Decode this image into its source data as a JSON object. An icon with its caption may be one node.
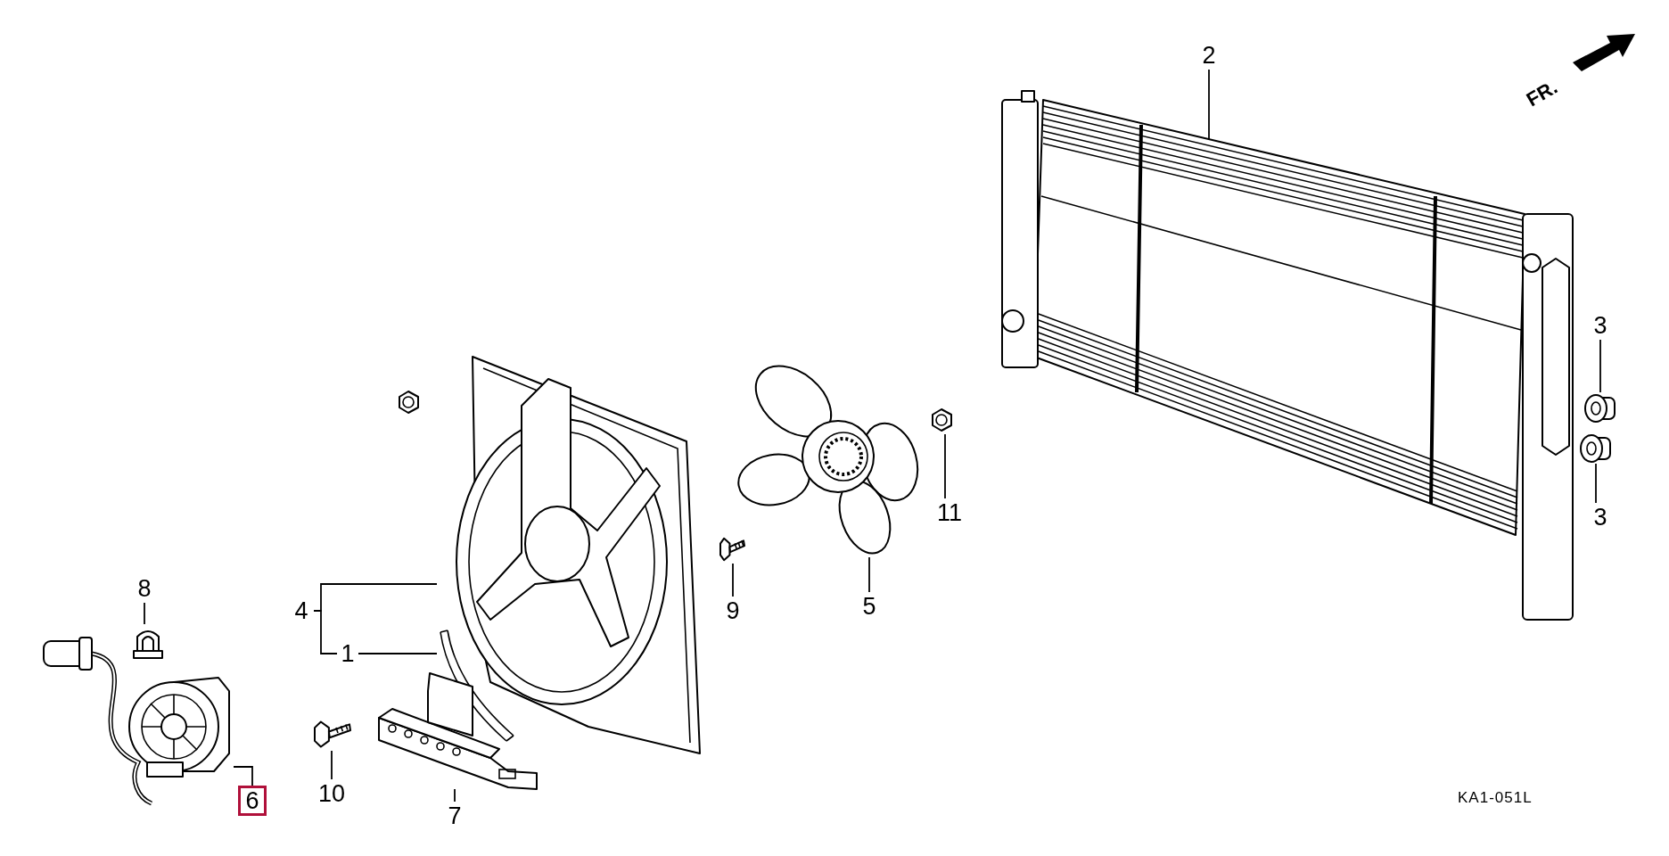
{
  "diagram": {
    "nodes": [
      {
        "text": [
          "4"
        ]
      },
      {
        "text": [
          "1"
        ]
      },
      {
        "text": [],
        "shape": "picture"
      },
      {
        "text": [],
        "shape": "picture"
      },
      {
        "text": [
          "5"
        ]
      },
      {
        "text": [],
        "shape": "picture"
      },
      {
        "text": [
          "11"
        ]
      },
      {
        "text": [],
        "shape": "picture"
      },
      {
        "text": [
          "9"
        ]
      },
      {
        "text": [],
        "shape": "picture"
      },
      {
        "text": [
          "2"
        ]
      },
      {
        "text": [],
        "shape": "picture"
      },
      {
        "text": [
          "3"
        ]
      },
      {
        "text": [],
        "shape": "picture"
      },
      {
        "text": [
          "3"
        ]
      },
      {
        "text": [],
        "shape": "picture"
      },
      {
        "text": [
          "8"
        ]
      },
      {
        "text": [],
        "shape": "picture"
      },
      {
        "text": [
          "6"
        ]
      },
      {
        "text": [],
        "shape": "picture"
      },
      {
        "text": [
          "10"
        ]
      },
      {
        "text": [],
        "shape": "picture"
      },
      {
        "text": [
          "7"
        ]
      },
      {
        "text": [],
        "shape": "picture"
      }
    ],
    "edges": [
      {
        "from": 0,
        "to": 2,
        "arrow": "none"
      },
      {
        "from": 0,
        "to": 1,
        "arrow": "none"
      },
      {
        "from": 1,
        "to": 3,
        "arrow": "none"
      },
      {
        "from": 4,
        "to": 5,
        "arrow": "none"
      },
      {
        "from": 6,
        "to": 7,
        "arrow": "none"
      },
      {
        "from": 8,
        "to": 9,
        "arrow": "none"
      },
      {
        "from": 10,
        "to": 11,
        "arrow": "none"
      },
      {
        "from": 12,
        "to": 13,
        "arrow": "none"
      },
      {
        "from": 14,
        "to": 15,
        "arrow": "none"
      },
      {
        "from": 16,
        "to": 17,
        "arrow": "none"
      },
      {
        "from": 18,
        "to": 19,
        "arrow": "none"
      },
      {
        "from": 20,
        "to": 21,
        "arrow": "none"
      },
      {
        "from": 22,
        "to": 23,
        "arrow": "none"
      }
    ],
    "labels": [
      "FR.",
      "KA1-051L"
    ]
  }
}
